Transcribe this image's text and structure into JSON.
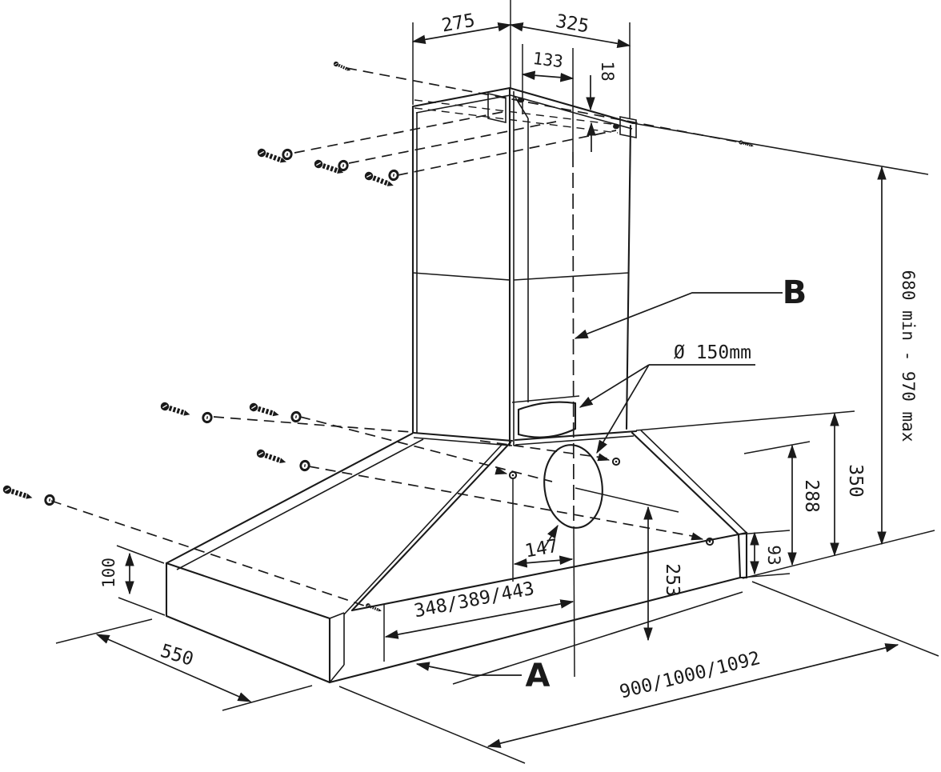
{
  "drawing": {
    "colors": {
      "ink": "#1a1a1a",
      "background": "#ffffff"
    },
    "dimensions": {
      "chimney_left_width": "275",
      "chimney_right_width": "325",
      "bracket_offset": "133",
      "bracket_height": "18",
      "mounting_height_range": "680 min - 970 max",
      "canopy_height": "350",
      "rear_height": "288",
      "rim_height": "93",
      "duct_diameter": "Ø 150mm",
      "outlet_offset": "147",
      "outlet_center_height": "253",
      "screw_span": "348/389/443",
      "body_width": "900/1000/1092",
      "body_depth": "550",
      "body_height": "100"
    },
    "callouts": {
      "a": "A",
      "b": "B"
    }
  }
}
